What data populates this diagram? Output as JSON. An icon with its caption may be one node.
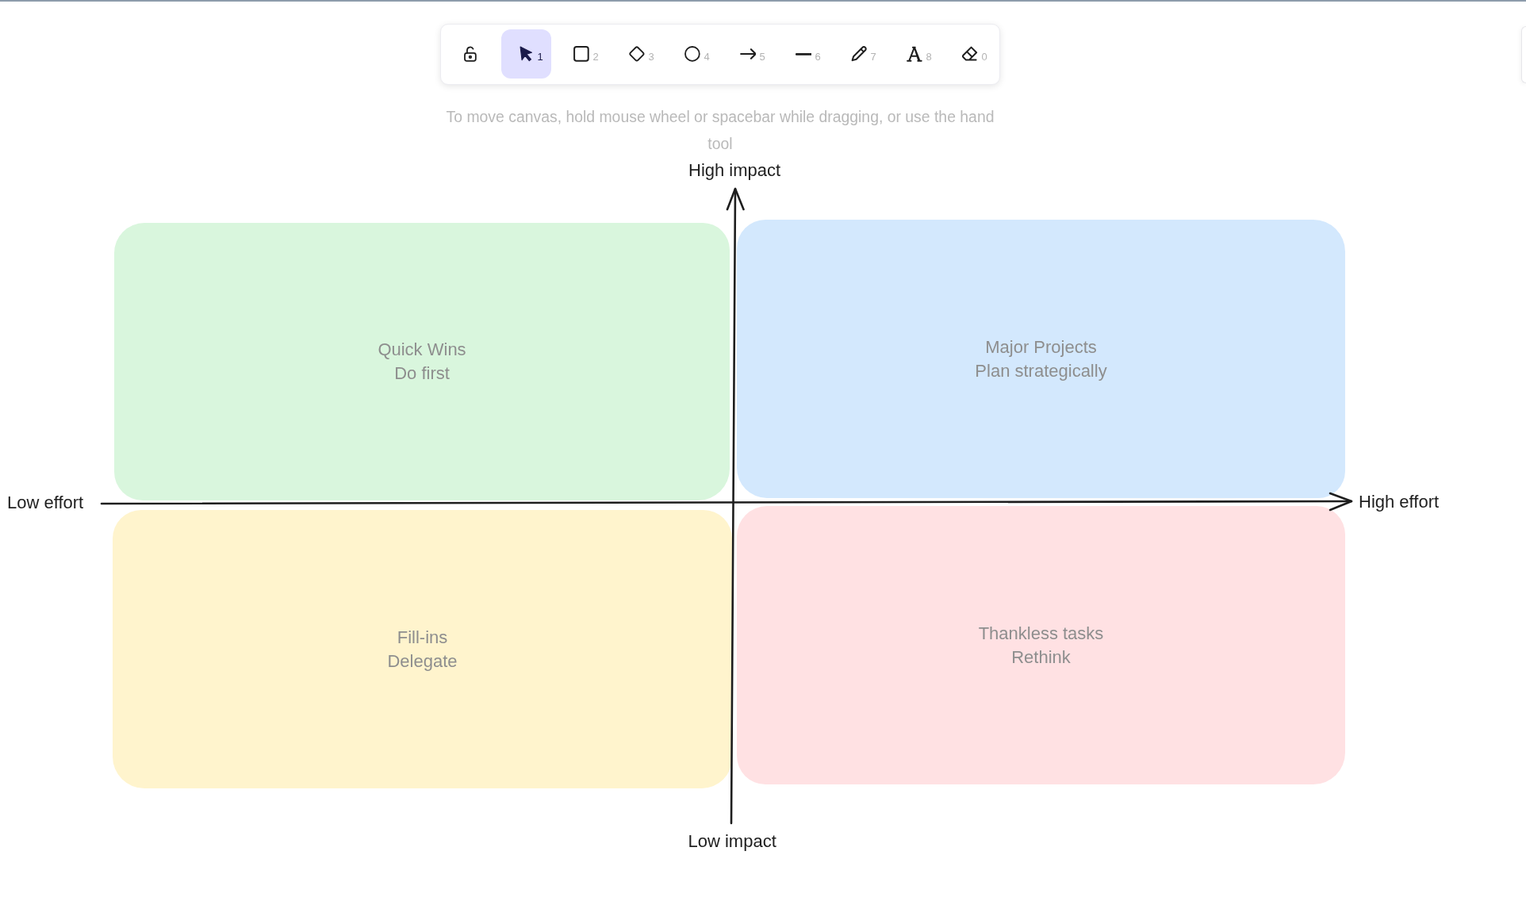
{
  "diagram": {
    "nodes": [
      {
        "text": [
          "Quick Wins",
          "Do first"
        ]
      },
      {
        "text": [
          "Major Projects",
          "Plan strategically"
        ]
      },
      {
        "text": [
          "Fill-ins",
          "Delegate"
        ]
      },
      {
        "text": [
          "Thankless tasks",
          "Rethink"
        ]
      }
    ],
    "labels": [
      "1",
      "2",
      "3",
      "4",
      "5",
      "6",
      "7",
      "8",
      "0",
      "To move canvas, hold mouse wheel or spacebar while dragging, or use the hand tool",
      "High impact",
      "Low effort",
      "High effort",
      "Low impact"
    ]
  }
}
